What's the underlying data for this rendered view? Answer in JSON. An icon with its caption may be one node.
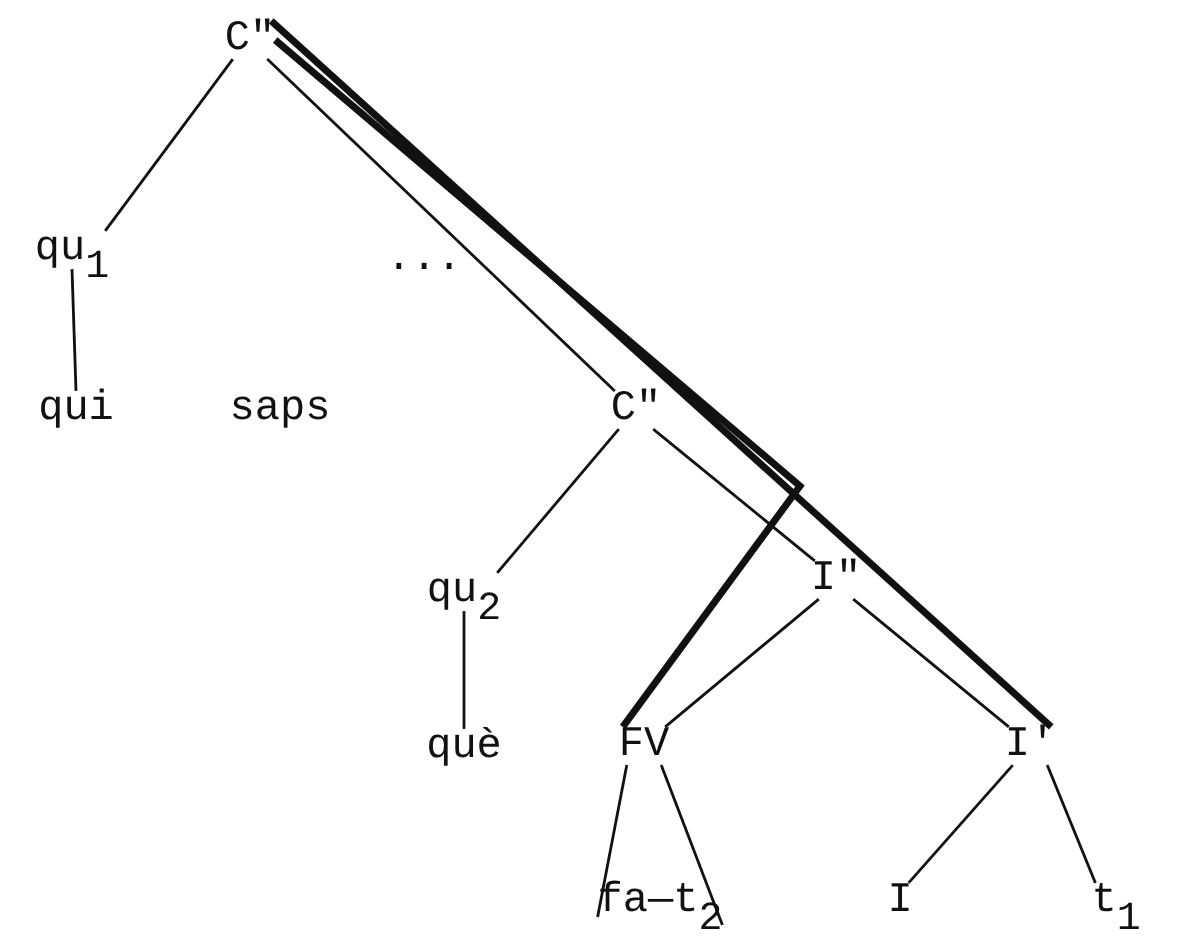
{
  "diagram": {
    "nodes": [
      {
        "text": [
          "C\""
        ]
      },
      {
        "text": [
          "qu$_{1}$"
        ]
      },
      {
        "text": [
          "qui"
        ]
      },
      {
        "text": [
          "C\""
        ]
      },
      {
        "text": [
          "qu$_{2}$"
        ]
      },
      {
        "text": [
          "què"
        ]
      },
      {
        "text": [
          "I\""
        ]
      },
      {
        "text": [
          "FV"
        ]
      },
      {
        "text": [
          "I'"
        ]
      },
      {
        "text": [
          "fa—t$_{2}$"
        ]
      },
      {
        "text": [
          "I"
        ]
      },
      {
        "text": [
          "t$_{1}$"
        ]
      }
    ],
    "edges": [
      {
        "from": 0,
        "to": 1,
        "arrow": "none"
      },
      {
        "from": 1,
        "to": 2,
        "arrow": "none"
      },
      {
        "from": 0,
        "to": 3,
        "arrow": "none"
      },
      {
        "from": 0,
        "to": 8,
        "arrow": "none",
        "style": "thick"
      },
      {
        "from": 0,
        "to": 7,
        "arrow": "none",
        "style": "thick"
      },
      {
        "from": 3,
        "to": 4,
        "arrow": "none"
      },
      {
        "from": 4,
        "to": 5,
        "arrow": "none"
      },
      {
        "from": 3,
        "to": 6,
        "arrow": "none"
      },
      {
        "from": 6,
        "to": 7,
        "arrow": "none"
      },
      {
        "from": 6,
        "to": 8,
        "arrow": "none"
      },
      {
        "from": 7,
        "to": 9,
        "arrow": "none"
      },
      {
        "from": 7,
        "to": 9,
        "arrow": "none"
      },
      {
        "from": 8,
        "to": 10,
        "arrow": "none"
      },
      {
        "from": 8,
        "to": 11,
        "arrow": "none"
      }
    ],
    "labels": [
      "...",
      "saps"
    ]
  }
}
